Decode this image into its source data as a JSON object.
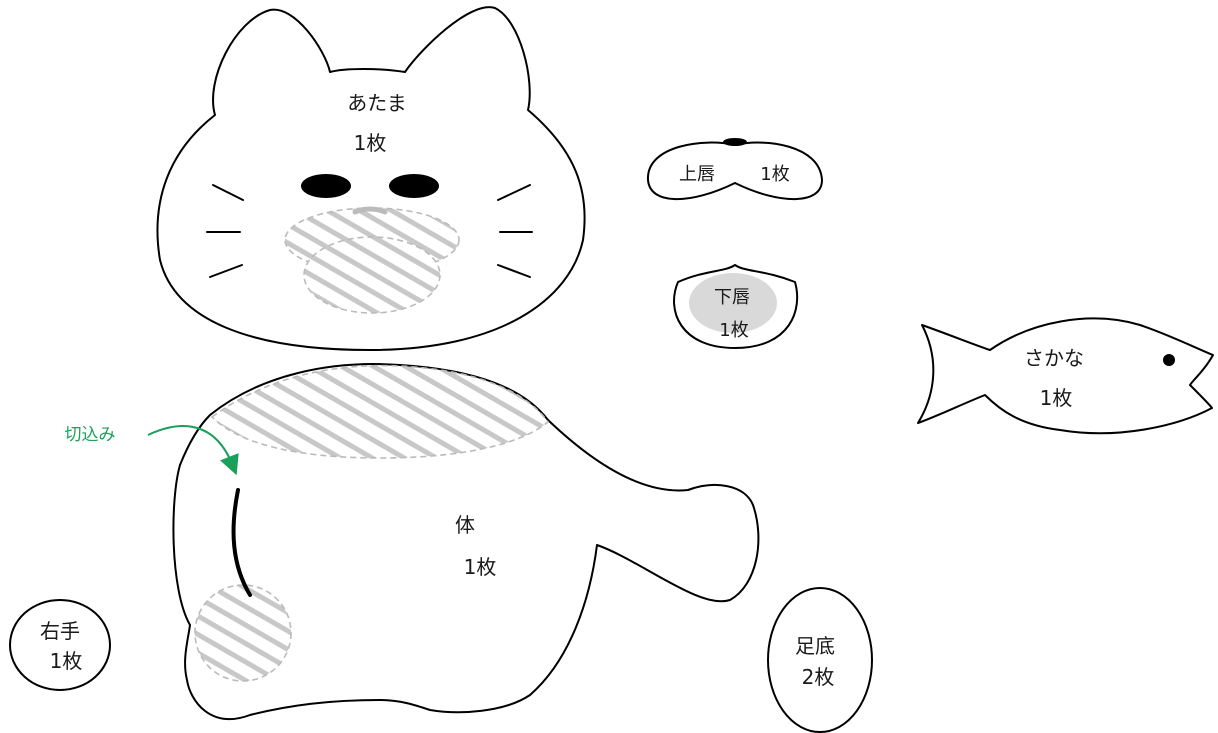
{
  "colors": {
    "outline": "#000000",
    "hatch": "#c8c8c8",
    "lip_fill": "#d9d9d9",
    "note_accent": "#1aa05a"
  },
  "pieces": {
    "head": {
      "label": "あたま",
      "count": "1枚"
    },
    "upper_lip": {
      "label": "上唇",
      "count": "1枚"
    },
    "lower_lip": {
      "label": "下唇",
      "count": "1枚"
    },
    "fish": {
      "label": "さかな",
      "count": "1枚"
    },
    "body": {
      "label": "体",
      "count": "1枚"
    },
    "right_hand": {
      "label": "右手",
      "count": "1枚"
    },
    "sole": {
      "label": "足底",
      "count": "2枚"
    }
  },
  "annotations": {
    "slit": "切込み"
  }
}
